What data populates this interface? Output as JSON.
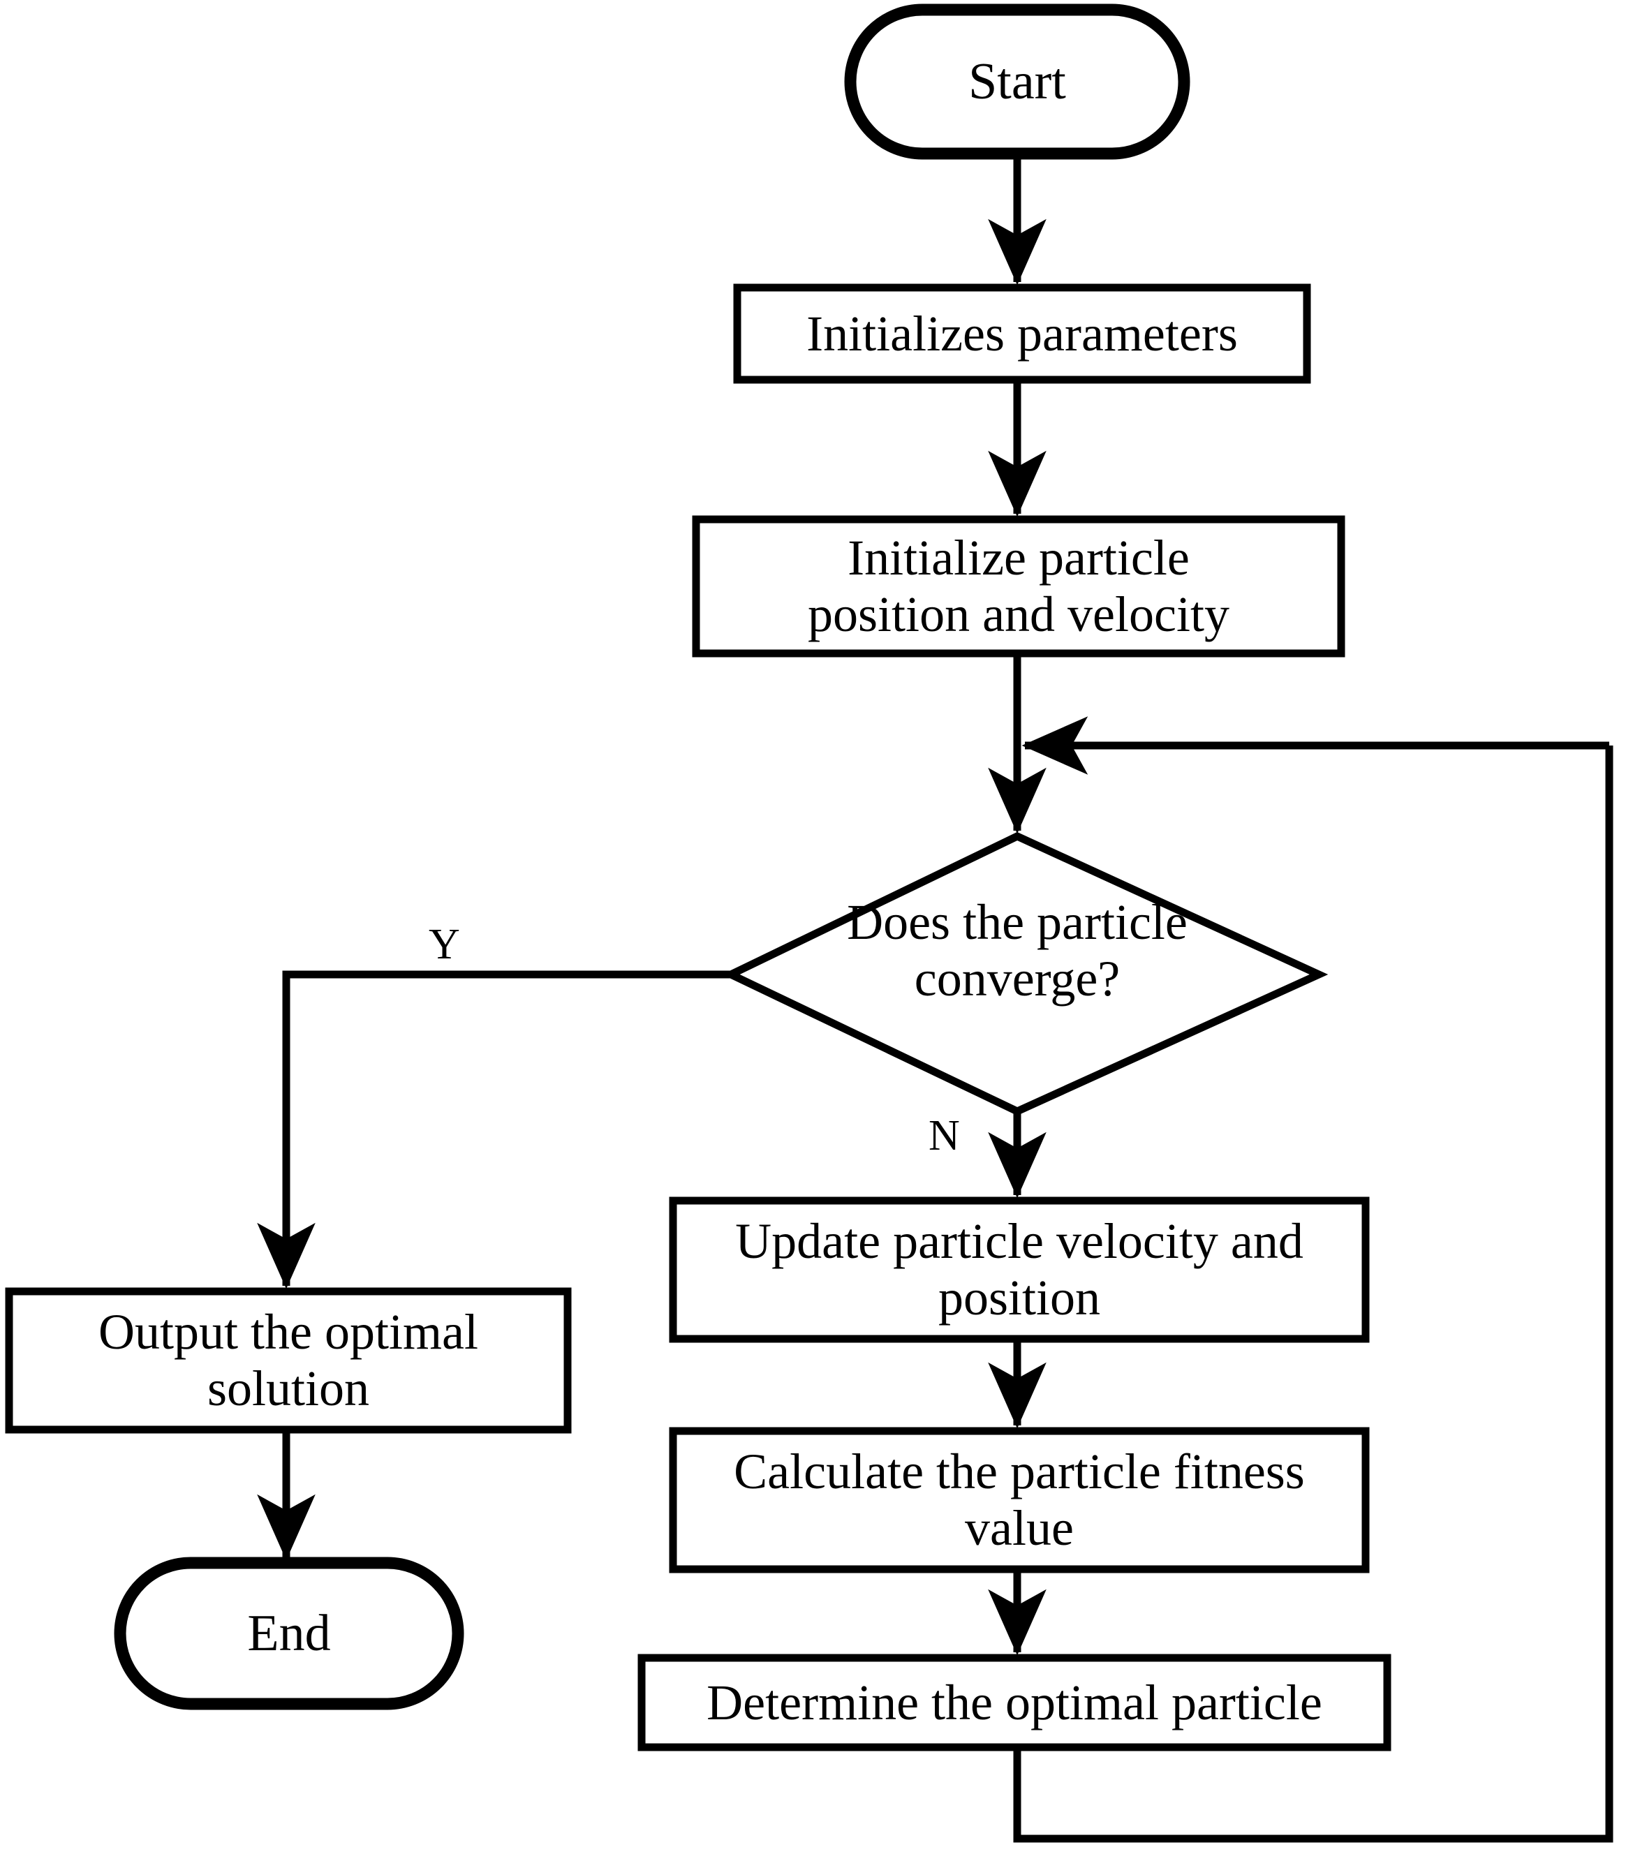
{
  "diagram": {
    "type": "flowchart",
    "title": "Particle Swarm Optimization flowchart",
    "orientation": "top-to-bottom",
    "background_color": "#ffffff",
    "line_color": "#000000",
    "text_color": "#000000",
    "nodes": [
      {
        "id": "start",
        "shape": "terminator",
        "label": "Start"
      },
      {
        "id": "init_par",
        "shape": "process",
        "label": "Initializes  parameters"
      },
      {
        "id": "init_pv",
        "shape": "process",
        "label": "Initialize particle\nposition and velocity"
      },
      {
        "id": "converge",
        "shape": "decision",
        "label": "Does the particle\nconverge?"
      },
      {
        "id": "output",
        "shape": "process",
        "label": "Output the optimal\nsolution"
      },
      {
        "id": "end",
        "shape": "terminator",
        "label": "End"
      },
      {
        "id": "update",
        "shape": "process",
        "label": "Update particle velocity and\nposition"
      },
      {
        "id": "fitness",
        "shape": "process",
        "label": "Calculate the particle fitness\nvalue"
      },
      {
        "id": "determine",
        "shape": "process",
        "label": "Determine the optimal particle"
      }
    ],
    "edges": [
      {
        "from": "start",
        "to": "init_par",
        "label": ""
      },
      {
        "from": "init_par",
        "to": "init_pv",
        "label": ""
      },
      {
        "from": "init_pv",
        "to": "converge",
        "label": ""
      },
      {
        "from": "converge",
        "to": "output",
        "label": "Y"
      },
      {
        "from": "converge",
        "to": "update",
        "label": "N"
      },
      {
        "from": "output",
        "to": "end",
        "label": ""
      },
      {
        "from": "update",
        "to": "fitness",
        "label": ""
      },
      {
        "from": "fitness",
        "to": "determine",
        "label": ""
      },
      {
        "from": "determine",
        "to": "converge",
        "label": ""
      }
    ],
    "branch_labels": {
      "yes": "Y",
      "no": "N"
    }
  }
}
